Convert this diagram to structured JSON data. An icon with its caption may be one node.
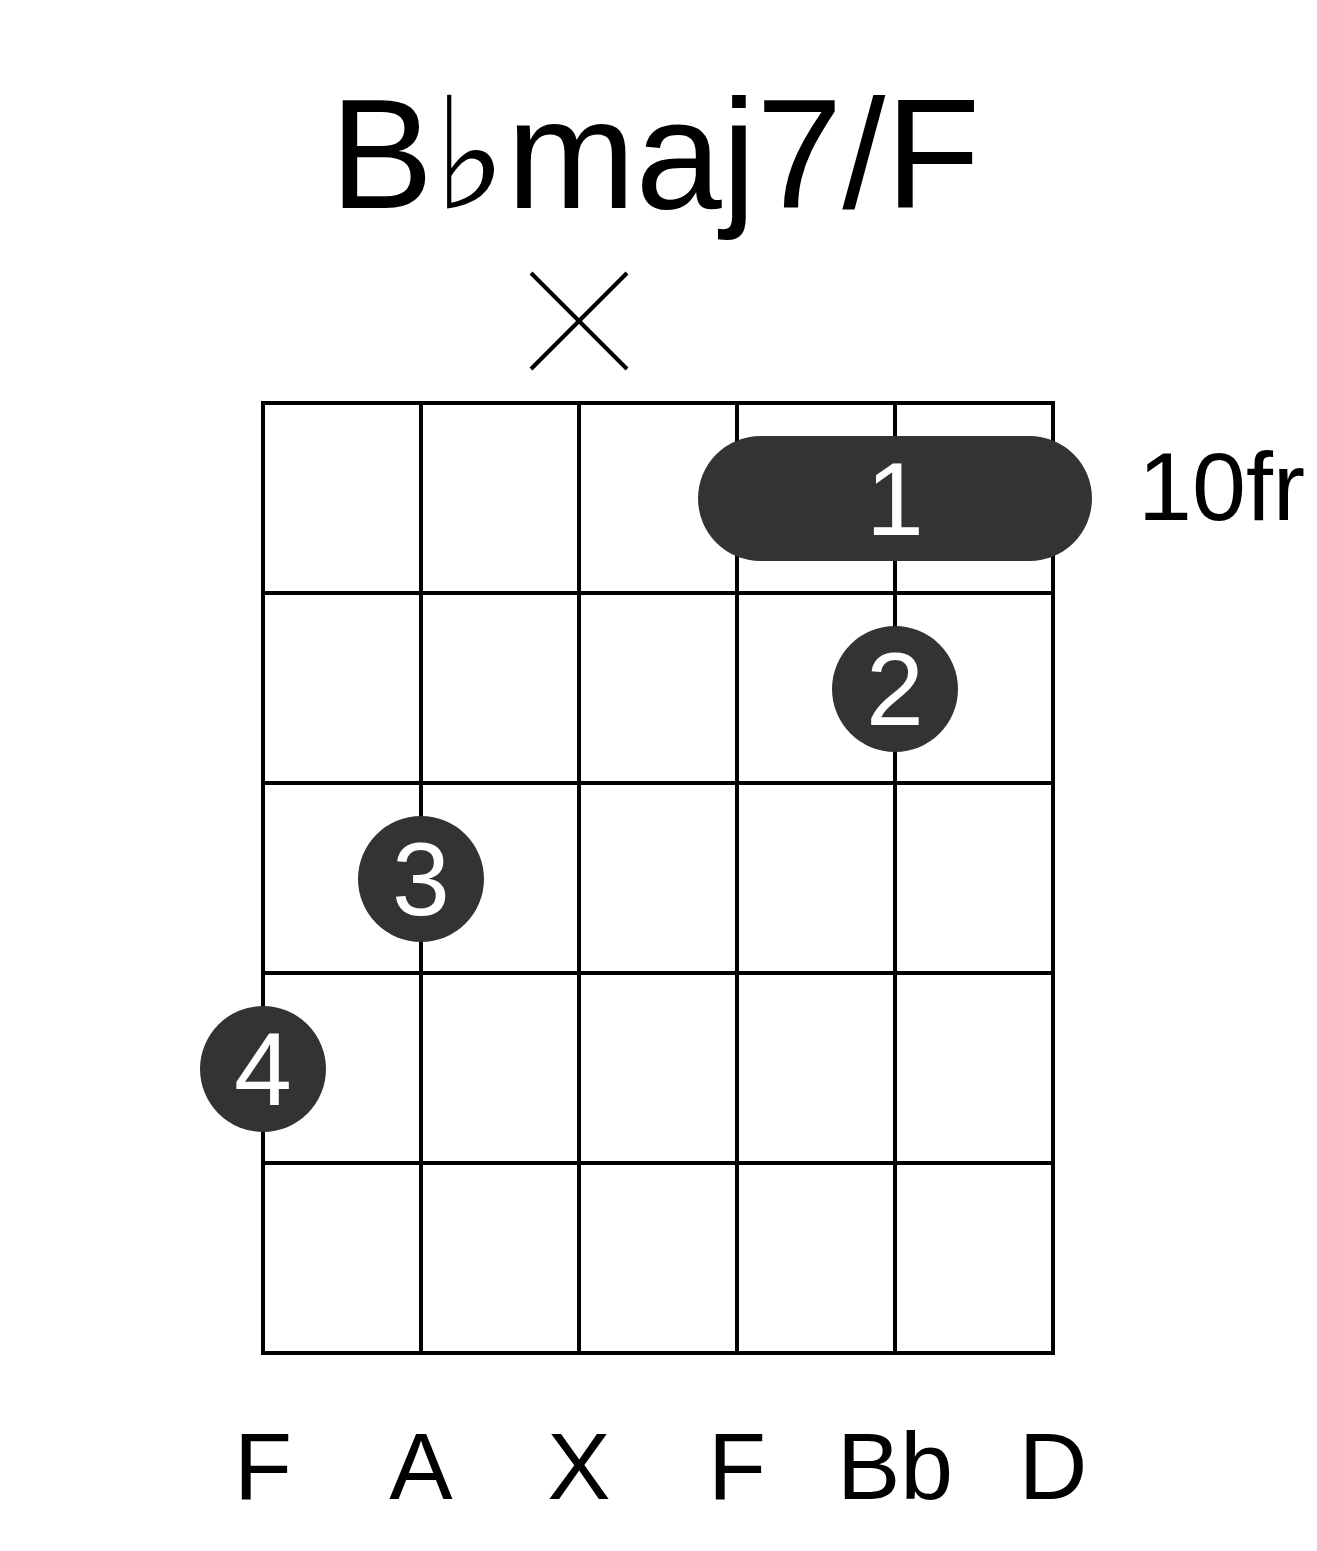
{
  "diagram": {
    "title": "B♭maj7/F",
    "nodes": [
      {
        "text": [
          "1"
        ]
      },
      {
        "text": [
          "2"
        ]
      },
      {
        "text": [
          "3"
        ]
      },
      {
        "text": [
          "4"
        ]
      }
    ],
    "labels": [
      "10fr",
      "F",
      "A",
      "X",
      "F",
      "Bb",
      "D"
    ]
  }
}
